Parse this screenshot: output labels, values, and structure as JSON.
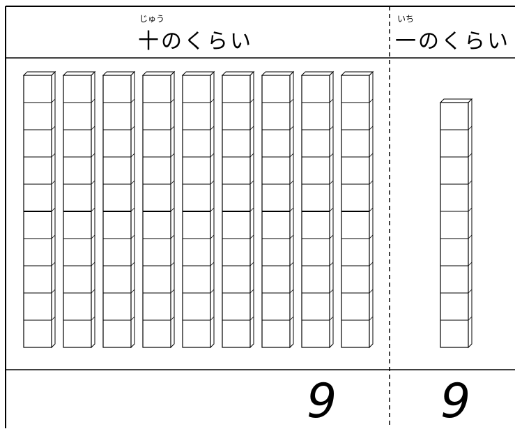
{
  "place_value": {
    "tens": {
      "ruby": "じゅう",
      "title": "十のくらい",
      "rods": 9,
      "digit": "9"
    },
    "ones": {
      "ruby": "いち",
      "title": "一のくらい",
      "cubes": 9,
      "digit": "9"
    }
  },
  "colors": {
    "line": "#000000",
    "cube_fill": "#ffffff"
  }
}
